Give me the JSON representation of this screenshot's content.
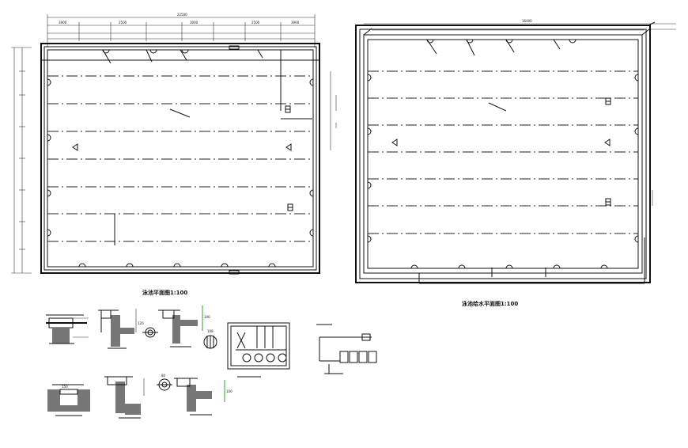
{
  "plans": {
    "left_caption": "泳池平面图1:100",
    "right_caption": "泳池给水平面图1:100",
    "left_dims": {
      "overall": "22500",
      "top_segments": [
        "3900",
        "2500",
        "3000",
        "2500",
        "3900"
      ]
    },
    "right_dims": {
      "overall": "16400"
    }
  },
  "details": {
    "dim_120": "120",
    "dim_100": "100",
    "dim_108": "108",
    "dim_80": "80",
    "dim_150": "150"
  },
  "colors": {
    "line": "#111111",
    "accent": "#22aa22"
  }
}
